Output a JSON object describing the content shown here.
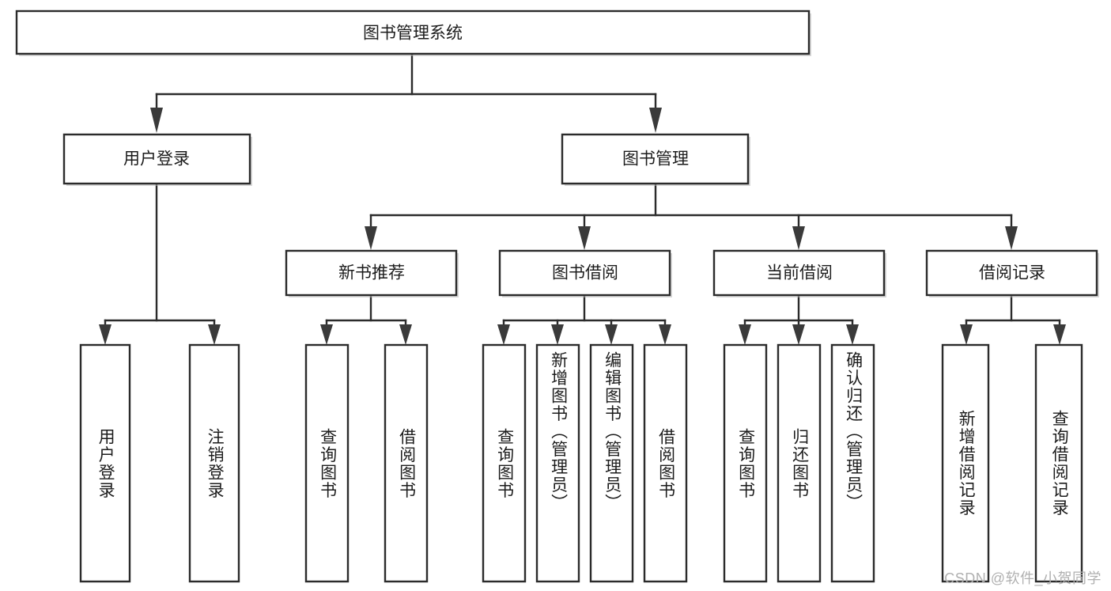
{
  "diagram": {
    "title": "图书管理系统",
    "type": "hierarchy-tree",
    "orientation": "top-down",
    "style": {
      "box_fill": "#ffffff",
      "box_stroke": "#2b2b2b",
      "connector_color": "#2b2b2b",
      "arrow_color": "#3a3a3a",
      "text_color": "#1c1c1c",
      "background": "#ffffff",
      "watermark_color": "#b0b0b0"
    },
    "levels": [
      {
        "level": 1,
        "nodes": [
          {
            "id": "root",
            "label": "图书管理系统",
            "orientation": "horizontal"
          }
        ]
      },
      {
        "level": 2,
        "nodes": [
          {
            "id": "login",
            "label": "用户登录",
            "orientation": "horizontal",
            "parent": "root"
          },
          {
            "id": "bookmgmt",
            "label": "图书管理",
            "orientation": "horizontal",
            "parent": "root"
          }
        ]
      },
      {
        "level": 3,
        "nodes": [
          {
            "id": "newbook",
            "label": "新书推荐",
            "orientation": "horizontal",
            "parent": "bookmgmt"
          },
          {
            "id": "borrow",
            "label": "图书借阅",
            "orientation": "horizontal",
            "parent": "bookmgmt"
          },
          {
            "id": "current",
            "label": "当前借阅",
            "orientation": "horizontal",
            "parent": "bookmgmt"
          },
          {
            "id": "records",
            "label": "借阅记录",
            "orientation": "horizontal",
            "parent": "bookmgmt"
          }
        ]
      },
      {
        "level": 4,
        "nodes": [
          {
            "id": "leaf-1",
            "label": "用户登录",
            "orientation": "vertical",
            "parent": "login"
          },
          {
            "id": "leaf-2",
            "label": "注销登录",
            "orientation": "vertical",
            "parent": "login"
          },
          {
            "id": "leaf-3",
            "label": "查询图书",
            "orientation": "vertical",
            "parent": "newbook"
          },
          {
            "id": "leaf-4",
            "label": "借阅图书",
            "orientation": "vertical",
            "parent": "newbook"
          },
          {
            "id": "leaf-5",
            "label": "查询图书",
            "orientation": "vertical",
            "parent": "borrow"
          },
          {
            "id": "leaf-6",
            "label": "新增图书（管理员）",
            "orientation": "vertical",
            "parent": "borrow"
          },
          {
            "id": "leaf-7",
            "label": "编辑图书（管理员）",
            "orientation": "vertical",
            "parent": "borrow"
          },
          {
            "id": "leaf-8",
            "label": "借阅图书",
            "orientation": "vertical",
            "parent": "borrow"
          },
          {
            "id": "leaf-9",
            "label": "查询图书",
            "orientation": "vertical",
            "parent": "current"
          },
          {
            "id": "leaf-10",
            "label": "归还图书",
            "orientation": "vertical",
            "parent": "current"
          },
          {
            "id": "leaf-11",
            "label": "确认归还（管理员）",
            "orientation": "vertical",
            "parent": "current"
          },
          {
            "id": "leaf-12",
            "label": "新增借阅记录",
            "orientation": "vertical",
            "parent": "records"
          },
          {
            "id": "leaf-13",
            "label": "查询借阅记录",
            "orientation": "vertical",
            "parent": "records"
          }
        ]
      }
    ]
  },
  "labels": {
    "root": "图书管理系统",
    "login": "用户登录",
    "bookmgmt": "图书管理",
    "newbook": "新书推荐",
    "borrow": "图书借阅",
    "current": "当前借阅",
    "records": "借阅记录",
    "leaf_1": "用户登录",
    "leaf_2": "注销登录",
    "leaf_3": "查询图书",
    "leaf_4": "借阅图书",
    "leaf_5": "查询图书",
    "leaf_6": "新增图书（管理员）",
    "leaf_7": "编辑图书（管理员）",
    "leaf_8": "借阅图书",
    "leaf_9": "查询图书",
    "leaf_10": "归还图书",
    "leaf_11": "确认归还（管理员）",
    "leaf_12": "新增借阅记录",
    "leaf_13": "查询借阅记录"
  },
  "watermark": {
    "text": "CSDN @软件_小贺同学"
  }
}
